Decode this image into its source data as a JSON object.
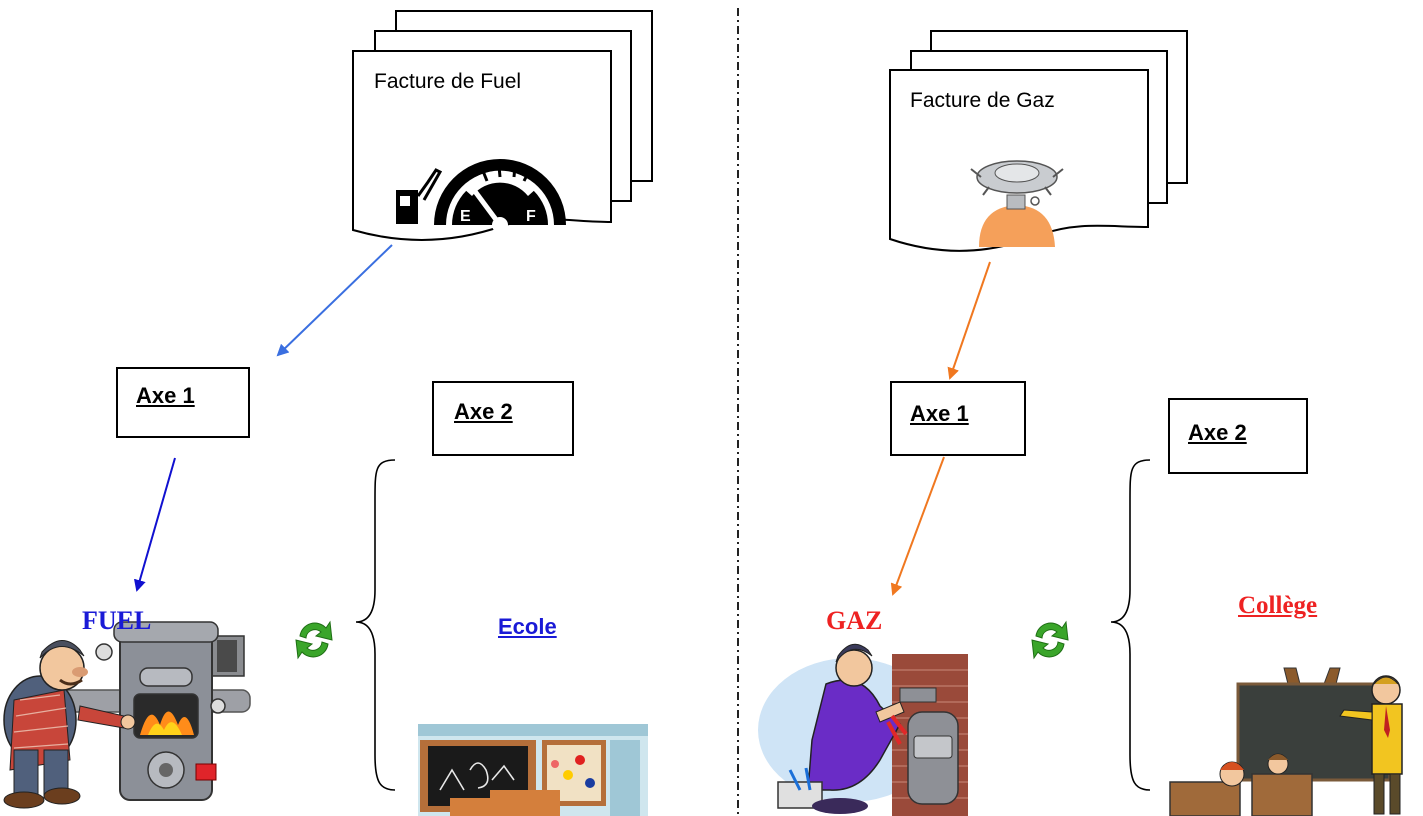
{
  "left": {
    "invoice_title": "Facture de Fuel",
    "axe1_label": "Axe 1",
    "axe2_label": "Axe 2",
    "energy_label": "FUEL",
    "place_label": "Ecole",
    "gauge_letters": {
      "empty": "E",
      "full": "F"
    }
  },
  "right": {
    "invoice_title": "Facture de Gaz",
    "axe1_label": "Axe 1",
    "axe2_label": "Axe 2",
    "energy_label": "GAZ",
    "place_label": "Collège"
  },
  "colors": {
    "fuel_label": "#1a1ad6",
    "ecole_label": "#1a1ad6",
    "gaz_label": "#ee2222",
    "college_label": "#ee2222",
    "arrow_invoice_fuel": "#3a6fe0",
    "arrow_axe_fuel": "#1010d0",
    "arrow_gaz": "#f07820",
    "cycle_icon": "#3aa52a"
  }
}
